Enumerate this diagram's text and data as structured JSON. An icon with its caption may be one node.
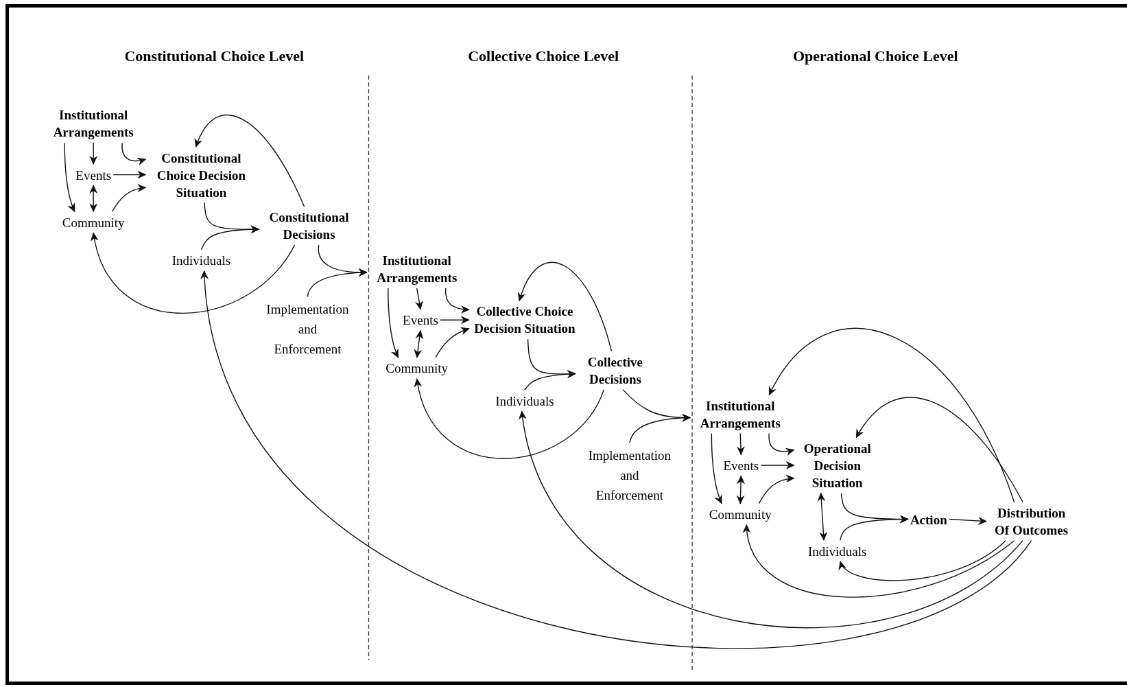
{
  "diagram": {
    "nodes": [
      {
        "text": [
          "Institutional Arrangements"
        ]
      },
      {
        "text": [
          "Events"
        ]
      },
      {
        "text": [
          "Community"
        ]
      },
      {
        "text": [
          "Constitutional Choice Decision Situation"
        ]
      },
      {
        "text": [
          "Individuals"
        ]
      },
      {
        "text": [
          "Constitutional Decisions"
        ]
      },
      {
        "text": [
          "Implementation and Enforcement"
        ]
      },
      {
        "text": [
          "Institutional Arrangements"
        ]
      },
      {
        "text": [
          "Events"
        ]
      },
      {
        "text": [
          "Community"
        ]
      },
      {
        "text": [
          "Collective Choice Decision Situation"
        ]
      },
      {
        "text": [
          "Individuals"
        ]
      },
      {
        "text": [
          "Collective Decisions"
        ]
      },
      {
        "text": [
          "Implementation and Enforcement"
        ]
      },
      {
        "text": [
          "Institutional Arrangements"
        ]
      },
      {
        "text": [
          "Events"
        ]
      },
      {
        "text": [
          "Community"
        ]
      },
      {
        "text": [
          "Operational Decision Situation"
        ]
      },
      {
        "text": [
          "Individuals"
        ]
      },
      {
        "text": [
          "Action"
        ]
      },
      {
        "text": [
          "Distribution Of Outcomes"
        ]
      }
    ],
    "edges": [
      {
        "from": 0,
        "to": 1,
        "arrow": "to"
      },
      {
        "from": 0,
        "to": 2,
        "arrow": "to"
      },
      {
        "from": 0,
        "to": 3,
        "arrow": "to"
      },
      {
        "from": 1,
        "to": 3,
        "arrow": "to"
      },
      {
        "from": 1,
        "to": 2,
        "arrow": "both"
      },
      {
        "from": 2,
        "to": 3,
        "arrow": "to"
      },
      {
        "from": 3,
        "to": 5,
        "arrow": "to"
      },
      {
        "from": 4,
        "to": 5,
        "arrow": "to"
      },
      {
        "from": 5,
        "to": 3,
        "arrow": "to"
      },
      {
        "from": 5,
        "to": 2,
        "arrow": "to"
      },
      {
        "from": 5,
        "to": 7,
        "arrow": "to"
      },
      {
        "from": 6,
        "to": 7,
        "arrow": "to"
      },
      {
        "from": 7,
        "to": 8,
        "arrow": "to"
      },
      {
        "from": 7,
        "to": 9,
        "arrow": "to"
      },
      {
        "from": 7,
        "to": 10,
        "arrow": "to"
      },
      {
        "from": 8,
        "to": 10,
        "arrow": "to"
      },
      {
        "from": 8,
        "to": 9,
        "arrow": "both"
      },
      {
        "from": 9,
        "to": 10,
        "arrow": "to"
      },
      {
        "from": 10,
        "to": 12,
        "arrow": "to"
      },
      {
        "from": 11,
        "to": 12,
        "arrow": "to"
      },
      {
        "from": 12,
        "to": 10,
        "arrow": "to"
      },
      {
        "from": 12,
        "to": 9,
        "arrow": "to"
      },
      {
        "from": 12,
        "to": 14,
        "arrow": "to"
      },
      {
        "from": 13,
        "to": 14,
        "arrow": "to"
      },
      {
        "from": 14,
        "to": 15,
        "arrow": "to"
      },
      {
        "from": 14,
        "to": 16,
        "arrow": "to"
      },
      {
        "from": 14,
        "to": 17,
        "arrow": "to"
      },
      {
        "from": 15,
        "to": 17,
        "arrow": "to"
      },
      {
        "from": 15,
        "to": 16,
        "arrow": "both"
      },
      {
        "from": 16,
        "to": 17,
        "arrow": "to"
      },
      {
        "from": 17,
        "to": 18,
        "arrow": "both"
      },
      {
        "from": 17,
        "to": 19,
        "arrow": "to"
      },
      {
        "from": 18,
        "to": 19,
        "arrow": "to"
      },
      {
        "from": 19,
        "to": 20,
        "arrow": "to"
      },
      {
        "from": 20,
        "to": 14,
        "arrow": "to"
      },
      {
        "from": 20,
        "to": 17,
        "arrow": "to"
      },
      {
        "from": 20,
        "to": 18,
        "arrow": "to"
      },
      {
        "from": 20,
        "to": 16,
        "arrow": "to"
      },
      {
        "from": 20,
        "to": 11,
        "arrow": "to"
      },
      {
        "from": 20,
        "to": 4,
        "arrow": "to"
      }
    ],
    "labels": [
      "Constitutional Choice Level",
      "Collective Choice Level",
      "Operational Choice Level"
    ]
  }
}
